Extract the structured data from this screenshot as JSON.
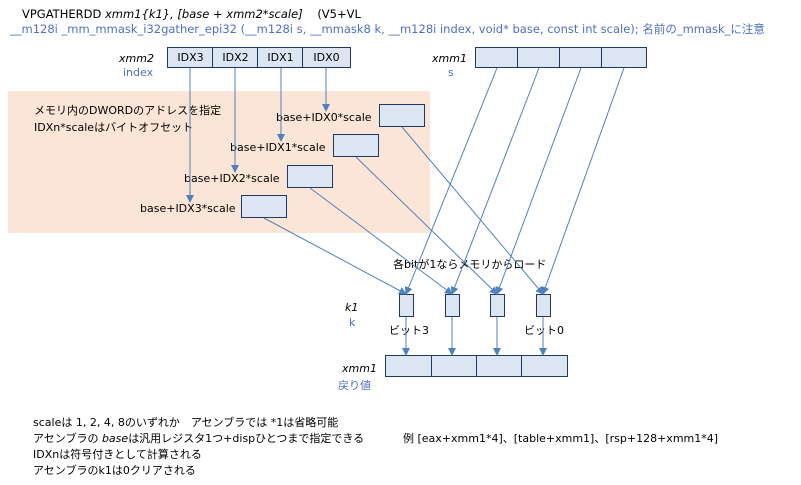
{
  "header": {
    "line1_mnemonic": "VPGATHERDD ",
    "line1_operands": "xmm1{k1}, [base + xmm2*scale]",
    "line1_ext": "(V5+VL",
    "line2": "__m128i  _mm_mmask_i32gather_epi32  (__m128i s, __mmask8 k, __m128i index, void* base, const int scale);  名前の_mmask_に注意"
  },
  "index_reg": {
    "name": "xmm2",
    "sub": "index",
    "cells": [
      "IDX3",
      "IDX2",
      "IDX1",
      "IDX0"
    ]
  },
  "src_reg": {
    "name": "xmm1",
    "sub": "s"
  },
  "memory": {
    "note_line1": "メモリ内のDWORDのアドレスを指定",
    "note_line2": "IDXn*scaleはバイトオフセット",
    "labels": [
      "base+IDX0*scale",
      "base+IDX1*scale",
      "base+IDX2*scale",
      "base+IDX3*scale"
    ]
  },
  "mask": {
    "caption": "各bitが1ならメモリからロード",
    "name": "k1",
    "sub": "k",
    "bit_high": "ビット3",
    "bit_low": "ビット0"
  },
  "result": {
    "name": "xmm1",
    "sub": "戻り値"
  },
  "notes": {
    "line1": "scaleは 1, 2, 4, 8のいずれか　アセンブラでは *1は省略可能",
    "line2a": "アセンブラの ",
    "line2b": "base",
    "line2c": "は汎用レジスタ1つ+dispひとつまで指定できる",
    "line2d": "例 [eax+xmm1*4]、[table+xmm1]、[rsp+128+xmm1*4]",
    "line3": "IDXnは符号付きとして計算される",
    "line4": "アセンブラのk1は0クリアされる"
  },
  "colors": {
    "cell_fill": "#dce6f2",
    "cell_border": "#1f3864",
    "arrow": "#4f81bd",
    "region": "#fbe5d6",
    "label_blue": "#4f6fbf"
  }
}
